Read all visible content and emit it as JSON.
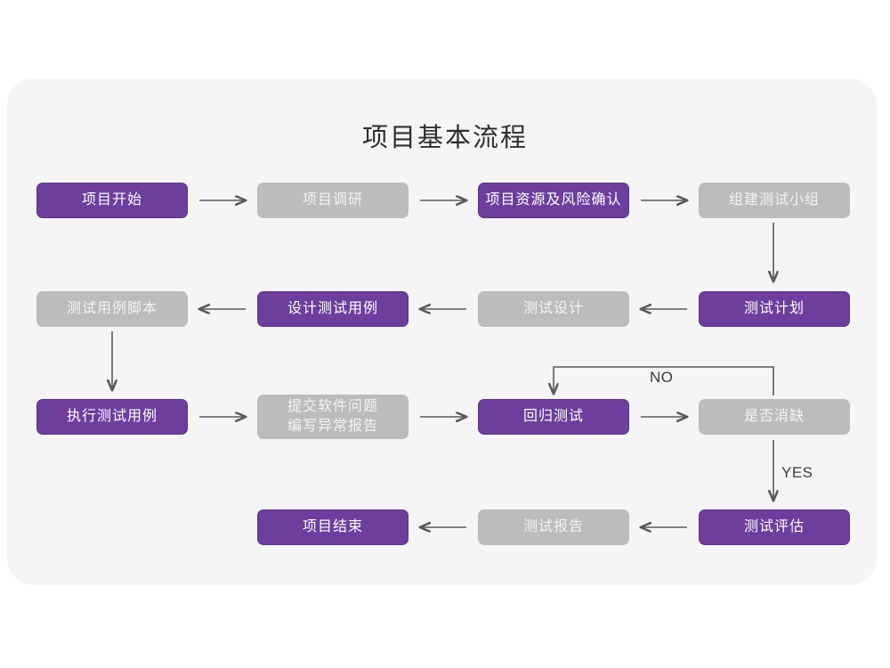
{
  "card": {
    "background_color": "#f5f5f5",
    "page_background_color": "#ffffff"
  },
  "title": "项目基本流程",
  "colors": {
    "accent_purple": "#6d3e9e",
    "muted_gray": "#bcbcbc",
    "connector": "#5a5a5a",
    "title_text": "#2f2f2f"
  },
  "nodes": [
    {
      "id": "project-start",
      "label": "项目开始",
      "style": "purple"
    },
    {
      "id": "project-research",
      "label": "项目调研",
      "style": "gray"
    },
    {
      "id": "resource-risk-confirm",
      "label": "项目资源及风险确认",
      "style": "purple"
    },
    {
      "id": "form-test-team",
      "label": "组建测试小组",
      "style": "gray"
    },
    {
      "id": "test-case-script",
      "label": "测试用例脚本",
      "style": "gray"
    },
    {
      "id": "design-test-case",
      "label": "设计测试用例",
      "style": "purple"
    },
    {
      "id": "test-design",
      "label": "测试设计",
      "style": "gray"
    },
    {
      "id": "test-plan",
      "label": "测试计划",
      "style": "purple"
    },
    {
      "id": "execute-test-case",
      "label": "执行测试用例",
      "style": "purple"
    },
    {
      "id": "submit-defect-report",
      "label": "提交软件问题\n编写异常报告",
      "style": "gray"
    },
    {
      "id": "regression-test",
      "label": "回归测试",
      "style": "purple"
    },
    {
      "id": "defect-cleared",
      "label": "是否消缺",
      "style": "gray"
    },
    {
      "id": "project-end",
      "label": "项目结束",
      "style": "purple"
    },
    {
      "id": "test-report",
      "label": "测试报告",
      "style": "gray"
    },
    {
      "id": "test-evaluation",
      "label": "测试评估",
      "style": "purple"
    }
  ],
  "edge_labels": {
    "no": "NO",
    "yes": "YES"
  },
  "chart_data": {
    "type": "flowchart",
    "title": "项目基本流程",
    "direction_rows": [
      "left-to-right",
      "right-to-left",
      "left-to-right",
      "right-to-left"
    ],
    "nodes": [
      "项目开始",
      "项目调研",
      "项目资源及风险确认",
      "组建测试小组",
      "测试用例脚本",
      "设计测试用例",
      "测试设计",
      "测试计划",
      "执行测试用例",
      "提交软件问题 编写异常报告",
      "回归测试",
      "是否消缺",
      "项目结束",
      "测试报告",
      "测试评估"
    ],
    "edges": [
      {
        "from": "项目开始",
        "to": "项目调研",
        "label": ""
      },
      {
        "from": "项目调研",
        "to": "项目资源及风险确认",
        "label": ""
      },
      {
        "from": "项目资源及风险确认",
        "to": "组建测试小组",
        "label": ""
      },
      {
        "from": "组建测试小组",
        "to": "测试计划",
        "label": ""
      },
      {
        "from": "测试计划",
        "to": "测试设计",
        "label": ""
      },
      {
        "from": "测试设计",
        "to": "设计测试用例",
        "label": ""
      },
      {
        "from": "设计测试用例",
        "to": "测试用例脚本",
        "label": ""
      },
      {
        "from": "测试用例脚本",
        "to": "执行测试用例",
        "label": ""
      },
      {
        "from": "执行测试用例",
        "to": "提交软件问题 编写异常报告",
        "label": ""
      },
      {
        "from": "提交软件问题 编写异常报告",
        "to": "回归测试",
        "label": ""
      },
      {
        "from": "回归测试",
        "to": "是否消缺",
        "label": ""
      },
      {
        "from": "是否消缺",
        "to": "回归测试",
        "label": "NO"
      },
      {
        "from": "是否消缺",
        "to": "测试评估",
        "label": "YES"
      },
      {
        "from": "测试评估",
        "to": "测试报告",
        "label": ""
      },
      {
        "from": "测试报告",
        "to": "项目结束",
        "label": ""
      }
    ]
  }
}
